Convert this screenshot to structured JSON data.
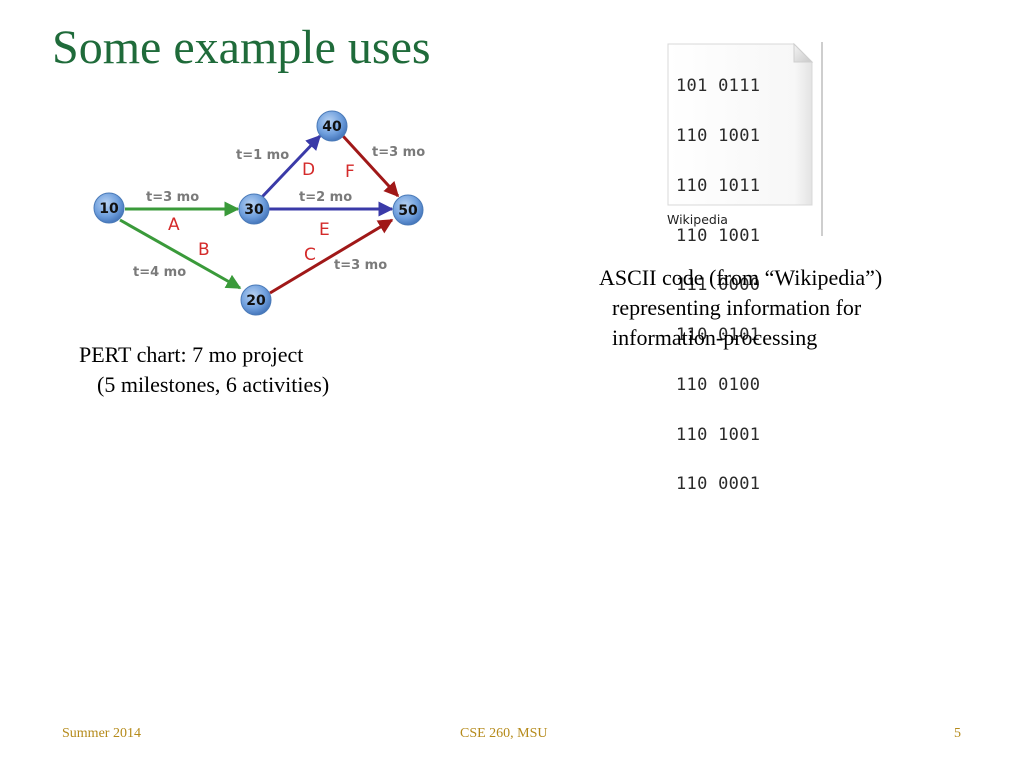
{
  "slide": {
    "title": "Some example uses",
    "title_color": "#1f6b3a"
  },
  "pert": {
    "caption_line1": "PERT chart: 7 mo project",
    "caption_line2": "(5 milestones, 6 activities)",
    "nodes": [
      {
        "id": "n10",
        "label": "10"
      },
      {
        "id": "n20",
        "label": "20"
      },
      {
        "id": "n30",
        "label": "30"
      },
      {
        "id": "n40",
        "label": "40"
      },
      {
        "id": "n50",
        "label": "50"
      }
    ],
    "activities": [
      {
        "letter": "A",
        "duration": "t=3 mo",
        "from": "10",
        "to": "30",
        "color": "#3a9a3a"
      },
      {
        "letter": "B",
        "duration": "t=4 mo",
        "from": "10",
        "to": "20",
        "color": "#3a9a3a"
      },
      {
        "letter": "C",
        "duration": "t=3 mo",
        "from": "20",
        "to": "50",
        "color": "#a01818"
      },
      {
        "letter": "D",
        "duration": "t=1 mo",
        "from": "30",
        "to": "40",
        "color": "#3a3aa8"
      },
      {
        "letter": "E",
        "duration": "t=2 mo",
        "from": "30",
        "to": "50",
        "color": "#3a3aa8"
      },
      {
        "letter": "F",
        "duration": "t=3 mo",
        "from": "40",
        "to": "50",
        "color": "#a01818"
      }
    ],
    "letter_color": "#d42a2a",
    "duration_color": "#777777",
    "node_color": "#5b8fd6"
  },
  "ascii": {
    "lines": [
      "101 0111",
      "110 1001",
      "110 1011",
      "110 1001",
      "111 0000",
      "110 0101",
      "110 0100",
      "110 1001",
      "110 0001"
    ],
    "source_label": "Wikipedia",
    "caption_line1": "ASCII code (from “Wikipedia”)",
    "caption_line2": "representing information for",
    "caption_line3": "information-processing"
  },
  "footer": {
    "left": "Summer 2014",
    "center": "CSE 260,  MSU",
    "right": "5",
    "color": "#b58a1a"
  }
}
